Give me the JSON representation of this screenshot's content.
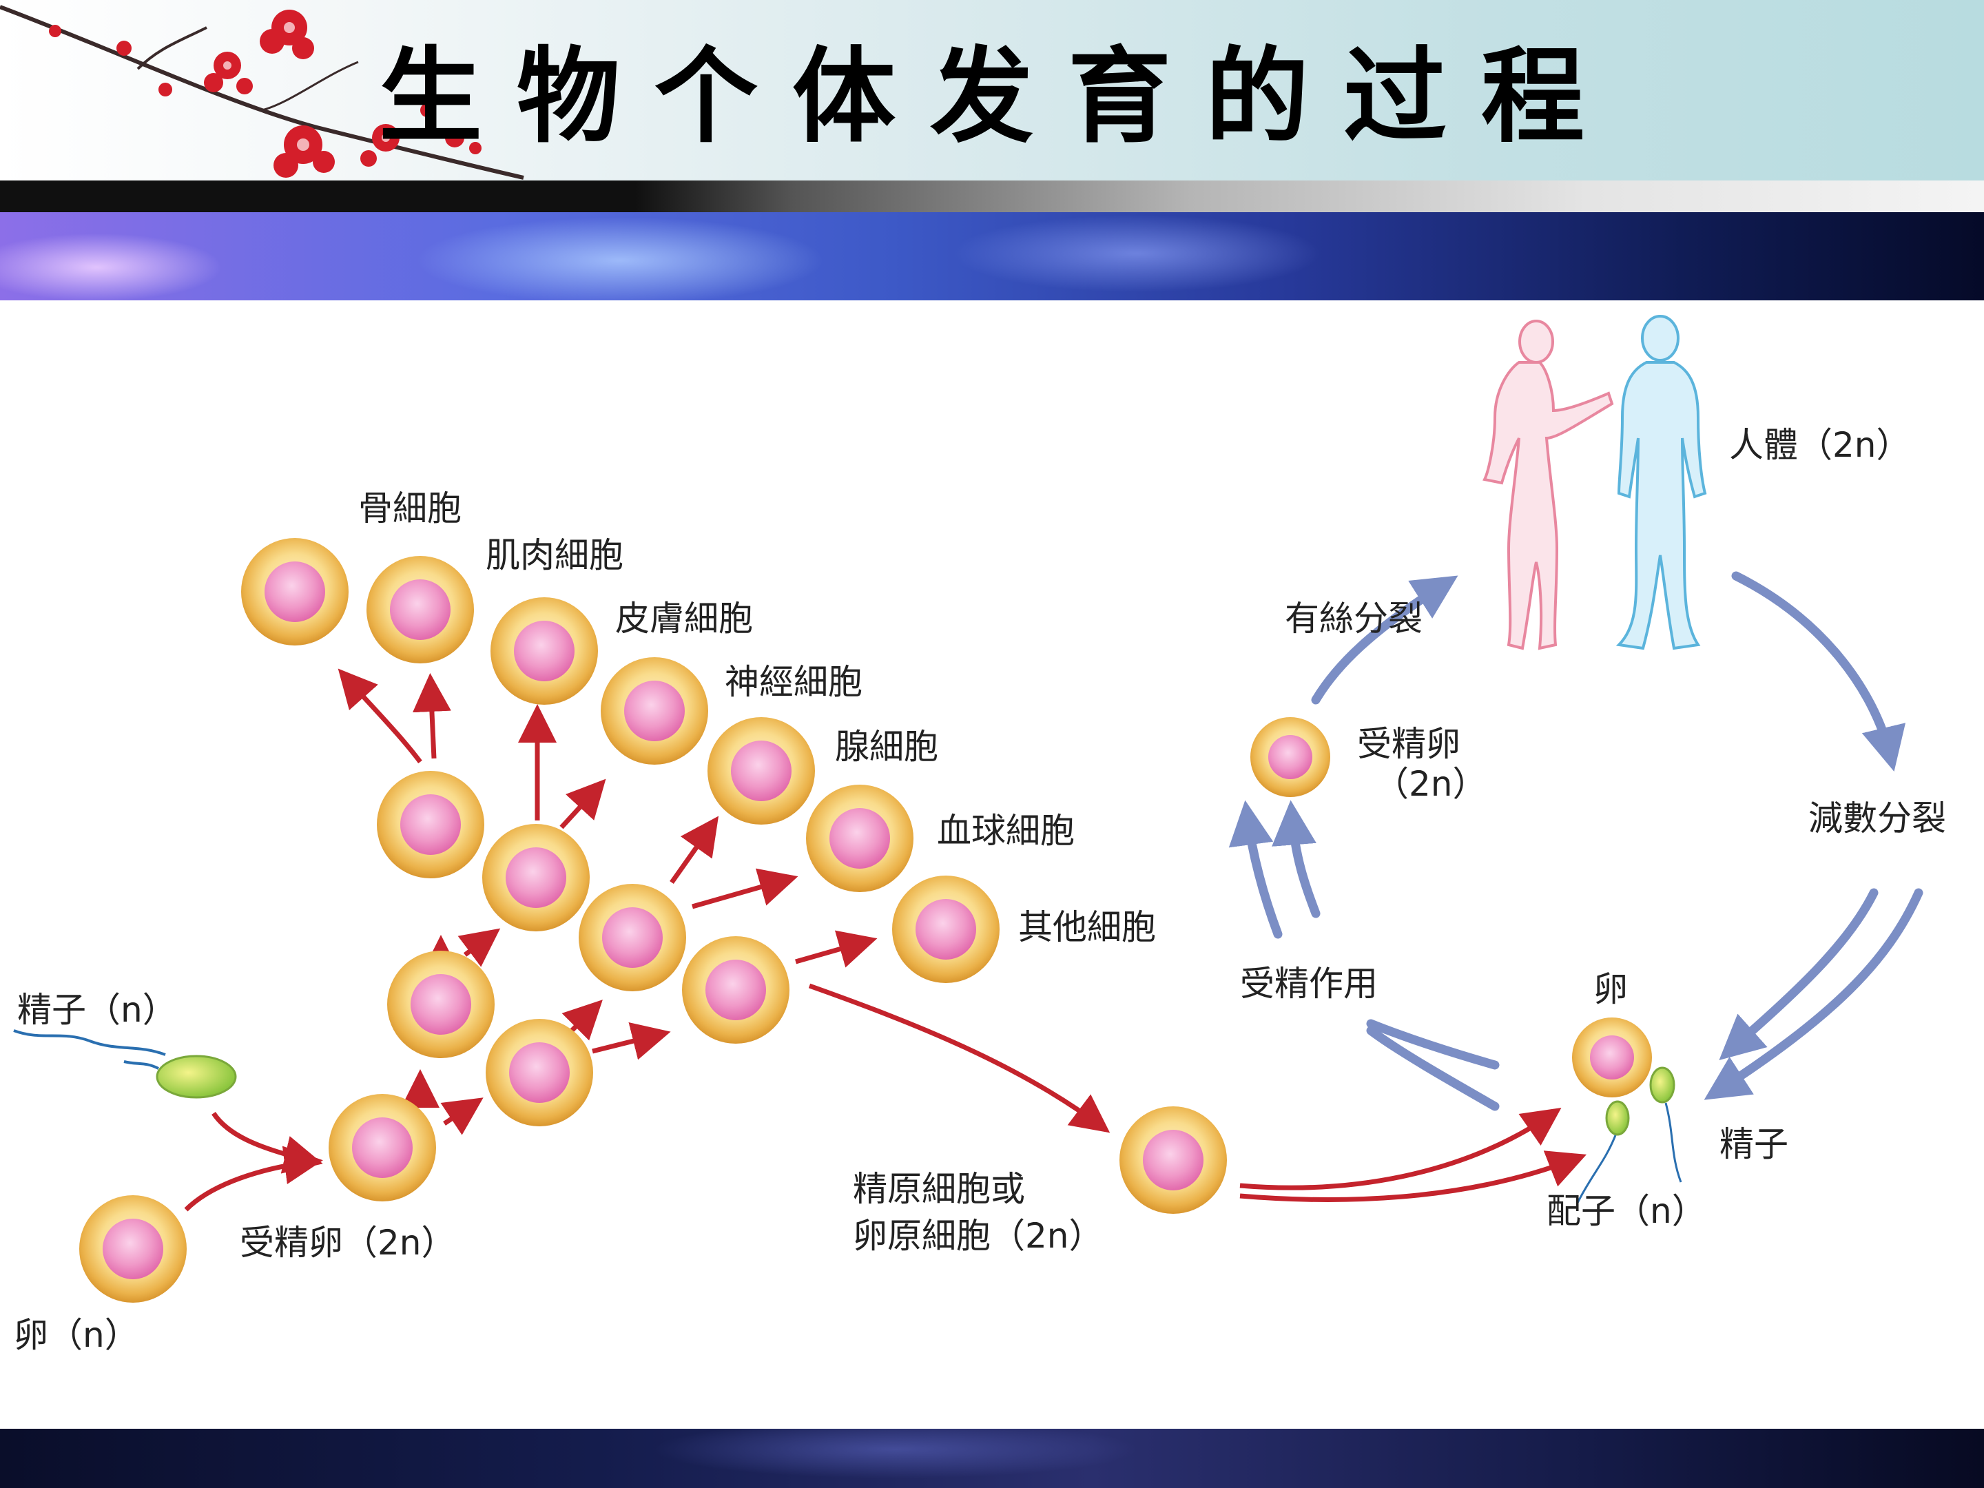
{
  "title": "生物个体发育的过程",
  "labels": {
    "gu_xibao": "骨細胞",
    "jirou_xibao": "肌肉細胞",
    "pifu_xibao": "皮膚細胞",
    "shenjing_xibao": "神經細胞",
    "xian_xibao": "腺細胞",
    "xueqiu_xibao": "血球細胞",
    "qita_xibao": "其他細胞",
    "jingzi_n": "精子（n）",
    "luan_n": "卵（n）",
    "shoujingluan_2n": "受精卵（2n）",
    "yuanxibao_line1": "精原細胞或",
    "yuanxibao_line2": "卵原細胞（2n）",
    "renti_2n": "人體（2n）",
    "yousi_fenlie": "有絲分裂",
    "cycle_shoujingluan": "受精卵",
    "cycle_2n": "（2n）",
    "jianshu_fenlie": "減數分裂",
    "shoujing_zuoyong": "受精作用",
    "cycle_luan": "卵",
    "cycle_jingzi": "精子",
    "peizi_n": "配子（n）"
  },
  "colors": {
    "red_arrow": "#c4232c",
    "blue_arrow": "#7b8ec5",
    "cell_ring": "#f2c25a",
    "cell_core": "#f08ac0",
    "female_outline": "#e8879f",
    "male_outline": "#5bb4dc",
    "sperm_head": "#b9d83a"
  }
}
